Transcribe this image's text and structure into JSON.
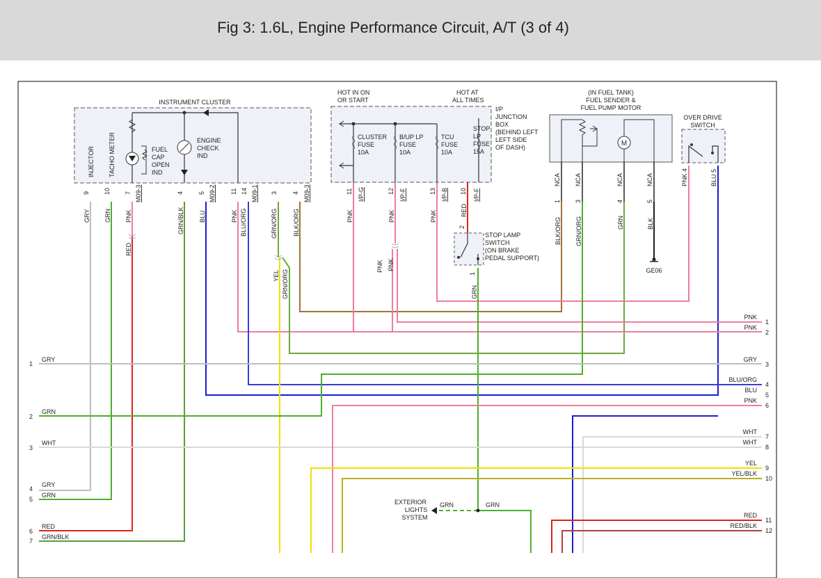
{
  "header": {
    "title": "Fig 3: 1.6L, Engine Performance Circuit, A/T (3 of 4)"
  },
  "colors": {
    "GRY": "#bdbdbd",
    "GRN": "#4caf2a",
    "PNK": "#f07c9a",
    "RED": "#e02020",
    "BLU": "#1a1ad0",
    "BLU_ORG": "#3a3ad8",
    "BLK_ORG": "#a0703a",
    "GRN_ORG": "#6aa83a",
    "YEL": "#f0e000",
    "YEL_BLK": "#b8b020",
    "WHT": "#d8d8d8",
    "BLK": "#222222",
    "GRN_BLK": "#5a9a3a",
    "RED_BLK": "#b04040"
  },
  "cluster": {
    "title": "INSTRUMENT CLUSTER",
    "fuel_cap": [
      "FUEL",
      "CAP",
      "OPEN",
      "IND"
    ],
    "engine_check": [
      "ENGINE",
      "CHECK",
      "IND"
    ],
    "label_injector": "INJECTOR",
    "label_tacho": "TACHO METER",
    "pins": [
      "9",
      "10",
      "7",
      "4",
      "5",
      "11",
      "14",
      "3",
      "4"
    ],
    "connectors": [
      "M09-3",
      "M09-2",
      "M09-1",
      "M09-3"
    ]
  },
  "junction": {
    "hot_run": [
      "HOT IN ON",
      "OR START"
    ],
    "hot_always": [
      "HOT AT",
      "ALL TIMES"
    ],
    "box_label": [
      "I/P",
      "JUNCTION",
      "BOX",
      "(BEHIND LEFT",
      "LEFT SIDE",
      "OF DASH)"
    ],
    "fuses": [
      {
        "lines": [
          "CLUSTER",
          "FUSE",
          "10A"
        ]
      },
      {
        "lines": [
          "B/UP LP",
          "FUSE",
          "10A"
        ]
      },
      {
        "lines": [
          "TCU",
          "FUSE",
          "10A"
        ]
      },
      {
        "lines": [
          "STOP",
          "LP",
          "FUSE",
          "15A"
        ]
      }
    ],
    "pins": [
      "11",
      "12",
      "13",
      "10"
    ],
    "connectors": [
      "I/P-G",
      "I/P-F",
      "I/P-B",
      "I/P-F"
    ]
  },
  "fuel_sender": {
    "title": [
      "(IN FUEL TANK)",
      "FUEL SENDER &",
      "FUEL PUMP MOTOR"
    ],
    "motor": "M",
    "pins": [
      "1",
      "3",
      "4",
      "5"
    ],
    "connectors": [
      "NCA",
      "NCA",
      "NCA",
      "NCA"
    ]
  },
  "overdrive": {
    "title": [
      "OVER DRIVE",
      "SWITCH"
    ],
    "pins": [
      "PNK 4",
      "BLU 5"
    ]
  },
  "stop_lamp": {
    "label": [
      "STOP LAMP",
      "SWITCH",
      "(ON BRAKE",
      "PEDAL SUPPORT)"
    ],
    "pin_top": "2",
    "pin_bottom": "1"
  },
  "ground": {
    "label": "GE06"
  },
  "exterior": {
    "label": [
      "EXTERIOR",
      "LIGHTS",
      "SYSTEM"
    ],
    "wire_left": "GRN",
    "wire_right": "GRN"
  },
  "vertical_labels": {
    "gry": "GRY",
    "grn": "GRN",
    "pnk_top": "PNK",
    "red": "RED",
    "grn_blk": "GRN/BLK",
    "blu": "BLU",
    "pnk11": "PNK",
    "blu_org": "BLU/ORG",
    "grn_org": "GRN/ORG",
    "blk_org": "BLK/ORG",
    "yel": "YEL",
    "grn_org2": "GRN/ORG",
    "pnk_j1": "PNK",
    "pnk_j2": "PNK",
    "pnk_j3": "PNK",
    "red_j": "RED",
    "pnk_a": "PNK",
    "pnk_b": "PNK",
    "grn_sl": "GRN",
    "blk_org_f": "BLK/ORG",
    "grn_org_f": "GRN/ORG",
    "grn_f": "GRN",
    "blk_f": "BLK"
  },
  "left_wires": [
    {
      "num": "1",
      "label": "GRY"
    },
    {
      "num": "2",
      "label": "GRN"
    },
    {
      "num": "3",
      "label": "WHT"
    },
    {
      "num": "4",
      "label": "GRY"
    },
    {
      "num": "5",
      "label": "GRN"
    },
    {
      "num": "6",
      "label": "RED"
    },
    {
      "num": "7",
      "label": "GRN/BLK"
    }
  ],
  "right_wires": [
    {
      "num": "1",
      "label": "PNK"
    },
    {
      "num": "2",
      "label": "PNK"
    },
    {
      "num": "3",
      "label": "GRY"
    },
    {
      "num": "4",
      "label": "BLU/ORG"
    },
    {
      "num": "5",
      "label": "BLU"
    },
    {
      "num": "6",
      "label": "PNK"
    },
    {
      "num": "7",
      "label": "WHT"
    },
    {
      "num": "8",
      "label": "WHT"
    },
    {
      "num": "9",
      "label": "YEL"
    },
    {
      "num": "10",
      "label": "YEL/BLK"
    },
    {
      "num": "11",
      "label": "RED"
    },
    {
      "num": "12",
      "label": "RED/BLK"
    }
  ]
}
